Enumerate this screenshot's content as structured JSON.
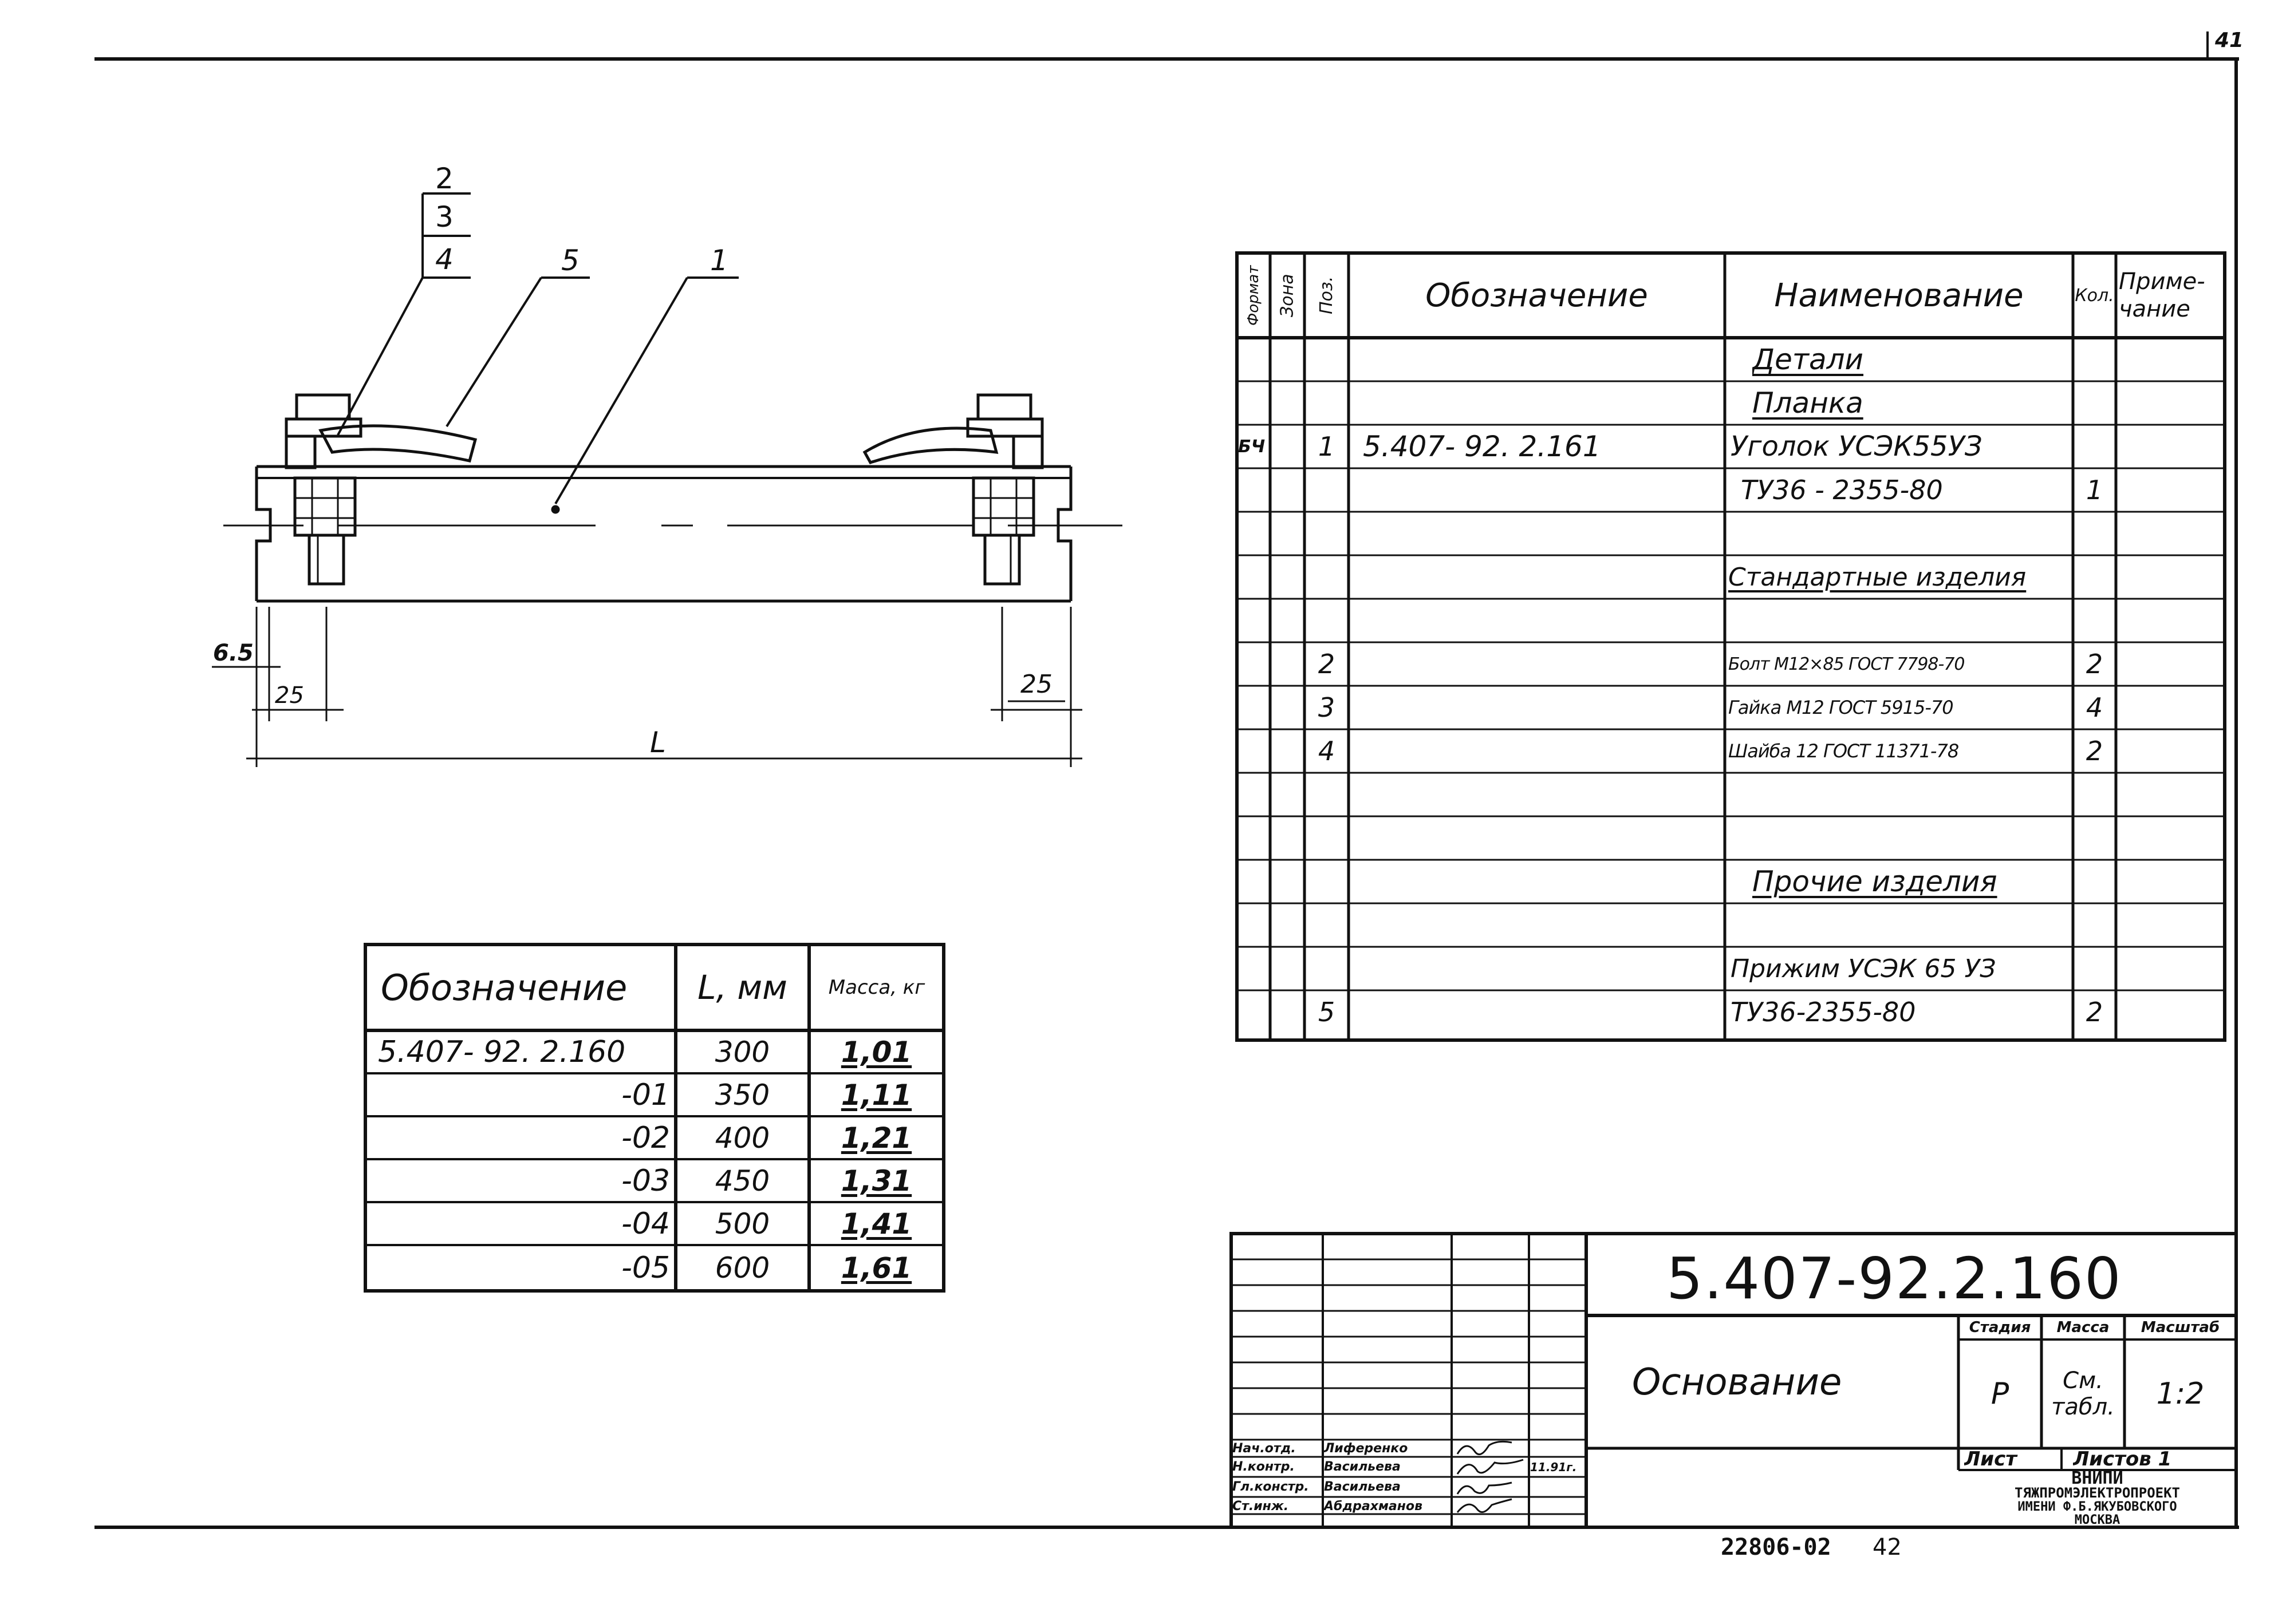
{
  "sheet": {
    "page_number": "41",
    "bottom_number": "22806-02",
    "bottom_page": "42"
  },
  "drawing": {
    "callouts": [
      "2",
      "3",
      "4",
      "5",
      "1"
    ],
    "dimensions": {
      "offset": "6.5",
      "left_gap": "25",
      "right_gap": "25",
      "length": "L"
    }
  },
  "spec_table": {
    "headers": {
      "format": "Формат",
      "zone": "Зона",
      "pos": "Поз.",
      "designation": "Обозначение",
      "name": "Наименование",
      "qty": "Кол.",
      "note": "Приме-чание"
    },
    "rows": [
      {
        "format": "",
        "pos": "",
        "designation": "",
        "name": "Детали",
        "qty": "",
        "underline": true
      },
      {
        "format": "",
        "pos": "",
        "designation": "",
        "name": "Планка",
        "qty": "",
        "underline": true
      },
      {
        "format": "БЧ",
        "pos": "1",
        "designation": "5.407- 92. 2.161",
        "name": "Уголок УСЭК55УЗ",
        "qty": ""
      },
      {
        "format": "",
        "pos": "",
        "designation": "",
        "name": "ТУ36 - 2355-80",
        "qty": "1"
      },
      {
        "format": "",
        "pos": "",
        "designation": "",
        "name": "",
        "qty": ""
      },
      {
        "format": "",
        "pos": "",
        "designation": "",
        "name": "Стандартные изделия",
        "qty": "",
        "underline": true
      },
      {
        "format": "",
        "pos": "",
        "designation": "",
        "name": "",
        "qty": ""
      },
      {
        "format": "",
        "pos": "2",
        "designation": "",
        "name": "Болт М12×85 ГОСТ 7798-70",
        "qty": "2"
      },
      {
        "format": "",
        "pos": "3",
        "designation": "",
        "name": "Гайка М12 ГОСТ 5915-70",
        "qty": "4"
      },
      {
        "format": "",
        "pos": "4",
        "designation": "",
        "name": "Шайба 12 ГОСТ 11371-78",
        "qty": "2"
      },
      {
        "format": "",
        "pos": "",
        "designation": "",
        "name": "",
        "qty": ""
      },
      {
        "format": "",
        "pos": "",
        "designation": "",
        "name": "",
        "qty": ""
      },
      {
        "format": "",
        "pos": "",
        "designation": "",
        "name": "Прочие изделия",
        "qty": "",
        "underline": true
      },
      {
        "format": "",
        "pos": "",
        "designation": "",
        "name": "",
        "qty": ""
      },
      {
        "format": "",
        "pos": "",
        "designation": "",
        "name": "Прижим УСЭК 65 УЗ",
        "qty": ""
      },
      {
        "format": "",
        "pos": "5",
        "designation": "",
        "name": "ТУ36-2355-80",
        "qty": "2"
      }
    ]
  },
  "variants_table": {
    "headers": {
      "designation": "Обозначение",
      "length": "L, мм",
      "mass": "Масса, кг"
    },
    "rows": [
      {
        "designation": "5.407- 92. 2.160",
        "length": "300",
        "mass": "1,01"
      },
      {
        "designation": "-01",
        "length": "350",
        "mass": "1,11"
      },
      {
        "designation": "-02",
        "length": "400",
        "mass": "1,21"
      },
      {
        "designation": "-03",
        "length": "450",
        "mass": "1,31"
      },
      {
        "designation": "-04",
        "length": "500",
        "mass": "1,41"
      },
      {
        "designation": "-05",
        "length": "600",
        "mass": "1,61"
      }
    ]
  },
  "title_block": {
    "doc_number": "5.407-92.2.160",
    "title": "Основание",
    "stage_label": "Стадия",
    "mass_label": "Масса",
    "scale_label": "Масштаб",
    "stage": "Р",
    "mass": "См. табл.",
    "scale": "1:2",
    "sheet_label": "Лист",
    "sheets_label": "Листов 1",
    "org_line1": "ВНИПИ",
    "org_line2": "ТЯЖПРОМЭЛЕКТРОПРОЕКТ",
    "org_line3": "ИМЕНИ Ф.Б.ЯКУБОВСКОГО",
    "org_line4": "МОСКВА",
    "signatures": [
      {
        "role": "Нач.отд.",
        "name": "Лиференко"
      },
      {
        "role": "Н.контр.",
        "name": "Васильева"
      },
      {
        "role": "Гл.констр.",
        "name": "Васильева"
      },
      {
        "role": "Ст.инж.",
        "name": "Абдрахманов"
      }
    ],
    "date": "11.91г."
  }
}
